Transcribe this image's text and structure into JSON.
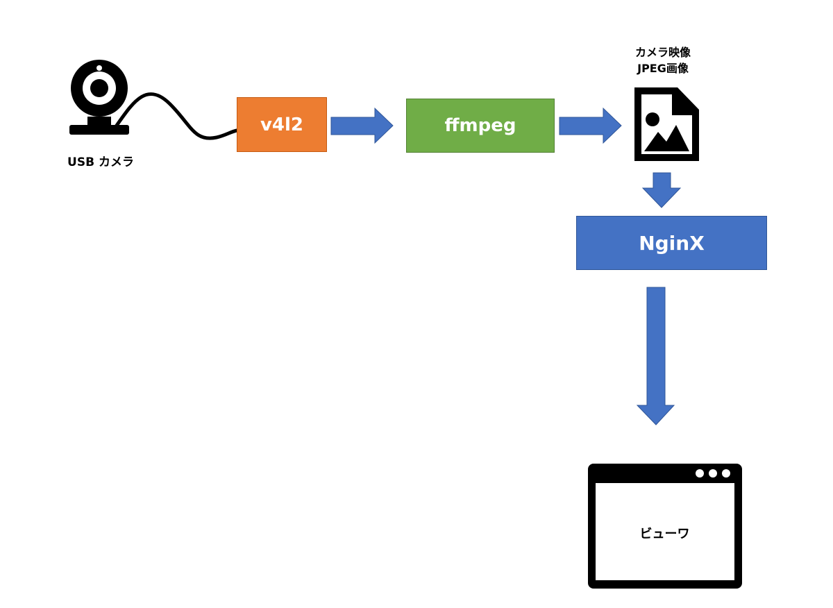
{
  "nodes": {
    "camera": {
      "label": "USB カメラ"
    },
    "v4l2": {
      "label": "v4l2"
    },
    "ffmpeg": {
      "label": "ffmpeg"
    },
    "image": {
      "line1": "カメラ映像",
      "line2": "JPEG画像"
    },
    "nginx": {
      "label": "NginX"
    },
    "viewer": {
      "label": "ビューワ"
    }
  },
  "colors": {
    "v4l2": "#ed7d31",
    "ffmpeg": "#70ad47",
    "nginx": "#4472c4",
    "arrow": "#4472c4"
  },
  "icons": [
    "webcam-icon",
    "image-file-icon",
    "browser-window-icon"
  ]
}
